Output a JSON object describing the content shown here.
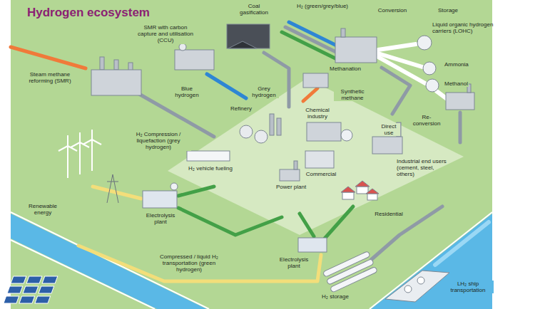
{
  "diagram": {
    "title": "Hydrogen ecosystem",
    "labels": [
      "Steam methane reforming (SMR)",
      "SMR with carbon capture and utilisation (CCU)",
      "Coal gasification",
      "H₂ (green/grey/blue)",
      "Conversion",
      "Storage",
      "Liquid organic hydrogen carriers (LOHC)",
      "Ammonia",
      "Methanol",
      "Methanation",
      "Blue hydrogen",
      "Grey hydrogen",
      "Synthetic methane",
      "Refinery",
      "Chemical industry",
      "Direct use",
      "Re-conversion",
      "H₂ Compression / liquefaction (grey hydrogen)",
      "Commercial",
      "Industrial end users (cement, steel, others)",
      "H₂ vehicle fueling",
      "Renewable energy",
      "Electrolysis plant",
      "Power plant",
      "Residential",
      "Electrolysis plant",
      "Compressed / liquid H₂ transportation (green hydrogen)",
      "H₂ storage",
      "LH₂ ship transportation"
    ]
  }
}
